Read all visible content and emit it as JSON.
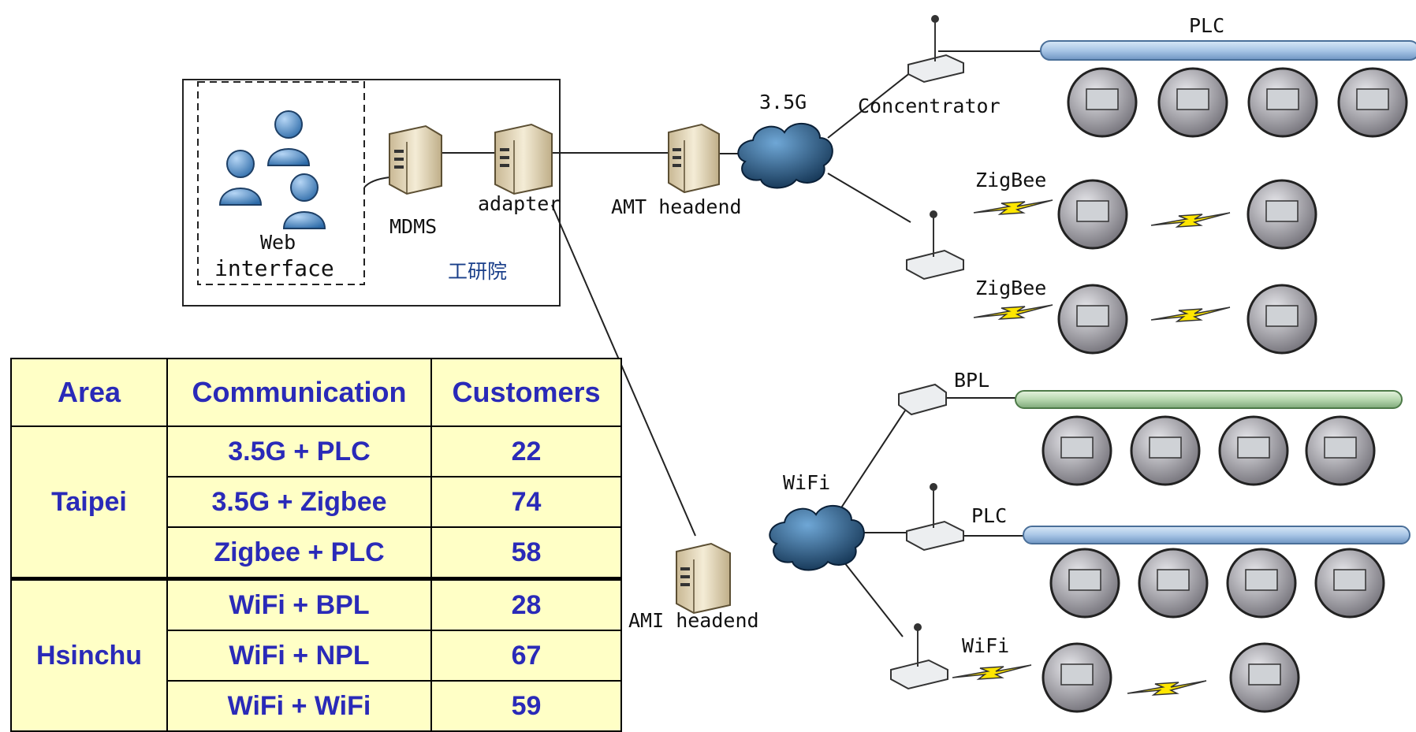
{
  "labels": {
    "plc_top": "PLC",
    "g35": "3.5G",
    "concentrator": "Concentrator",
    "zigbee1": "ZigBee",
    "zigbee2": "ZigBee",
    "adapter": "adapter",
    "amt_headend": "AMT headend",
    "mdms": "MDMS",
    "web1": "Web",
    "web2": "interface",
    "itri": "工研院",
    "bpl": "BPL",
    "wifi_cloud": "WiFi",
    "plc_bottom": "PLC",
    "wifi_link": "WiFi",
    "ami_headend": "AMI headend"
  },
  "table": {
    "headers": {
      "area": "Area",
      "communication": "Communication",
      "customers": "Customers"
    },
    "areas": [
      {
        "name": "Taipei",
        "rows": [
          {
            "communication": "3.5G + PLC",
            "customers": "22"
          },
          {
            "communication": "3.5G + Zigbee",
            "customers": "74"
          },
          {
            "communication": "Zigbee + PLC",
            "customers": "58"
          }
        ]
      },
      {
        "name": "Hsinchu",
        "rows": [
          {
            "communication": "WiFi + BPL",
            "customers": "28"
          },
          {
            "communication": "WiFi + NPL",
            "customers": "67"
          },
          {
            "communication": "WiFi + WiFi",
            "customers": "59"
          }
        ]
      }
    ]
  },
  "colors": {
    "plc_pipe": "#a9c6e6",
    "bpl_pipe": "#b8d8b0",
    "cloud": "#1e4a73",
    "table_bg": "#ffffc6",
    "table_text": "#2a2ab8",
    "zigbee_bolt": "#ffe600"
  }
}
